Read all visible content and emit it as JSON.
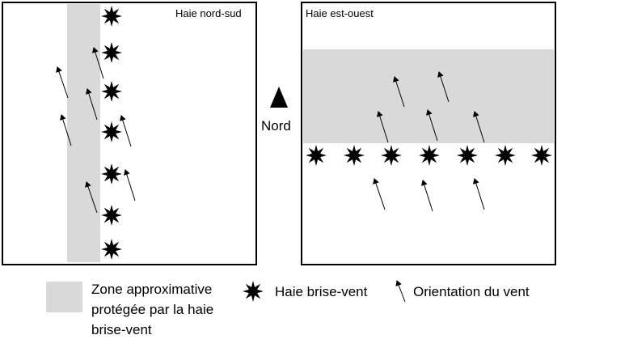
{
  "panels": {
    "left": {
      "label": "Haie nord-sud"
    },
    "right": {
      "label": "Haie est-ouest"
    }
  },
  "north": {
    "label": "Nord"
  },
  "legend": {
    "zone_lines": [
      "Zone approximative",
      "protégée par la haie",
      "brise-vent"
    ],
    "hedge": "Haie brise-vent",
    "wind": "Orientation du vent"
  },
  "colors": {
    "zone": "#d9d9d9",
    "ink": "#000000"
  },
  "icons": {
    "hedge": "star-shrub-icon",
    "wind": "wind-arrow-icon",
    "north": "north-triangle-icon"
  }
}
